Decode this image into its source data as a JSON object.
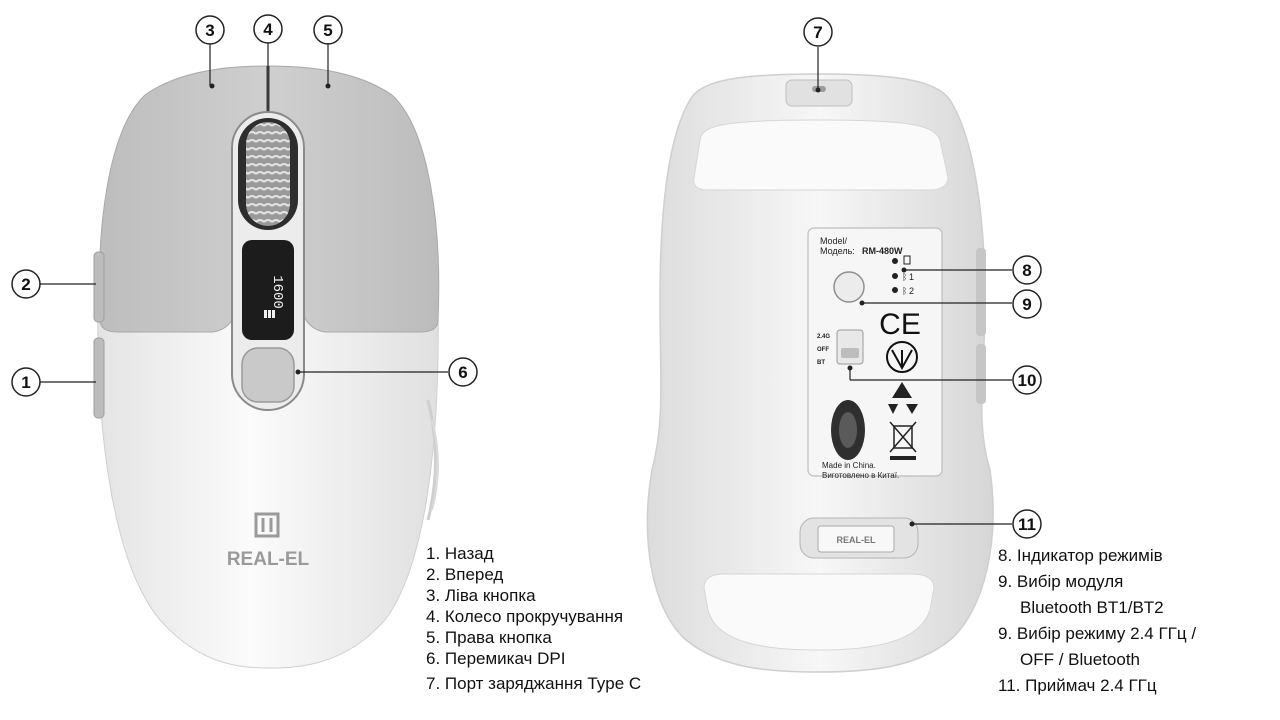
{
  "callouts": {
    "c1": "1",
    "c2": "2",
    "c3": "3",
    "c4": "4",
    "c5": "5",
    "c6": "6",
    "c7": "7",
    "c8": "8",
    "c9": "9",
    "c10": "10",
    "c11": "11"
  },
  "mouse_top": {
    "dpi_display": "1600",
    "brand": "REAL-EL"
  },
  "mouse_bottom": {
    "model_label_en": "Model/",
    "model_label_ua": "Модель:",
    "model_value": "RM-480W",
    "switch_24g": "2.4G",
    "switch_off": "OFF",
    "switch_bt": "BT",
    "bt1": "1",
    "bt2": "2",
    "made_in_en": "Made in China.",
    "made_in_ua": "Виготовлено в Китаї.",
    "receiver_brand": "REAL-EL",
    "ce_mark": "CE"
  },
  "legend_left": [
    "1. Назад",
    "2. Вперед",
    "3. Ліва кнопка",
    "4. Колесо прокручування",
    "5. Права кнопка",
    "6. Перемикач DPI",
    "7. Порт заряджання Type C"
  ],
  "legend_right": [
    "8. Індикатор режимів",
    "9. Вибір модуля",
    "Bluetooth BT1/BT2",
    "9. Вибір режиму 2.4 ГГц /",
    "OFF / Bluetooth",
    "11. Приймач 2.4 ГГц"
  ],
  "colors": {
    "body_white": "#f3f3f3",
    "shell_grey": "#c8c8c8",
    "accent_dark": "#2a2a2a",
    "background": "#ffffff"
  }
}
